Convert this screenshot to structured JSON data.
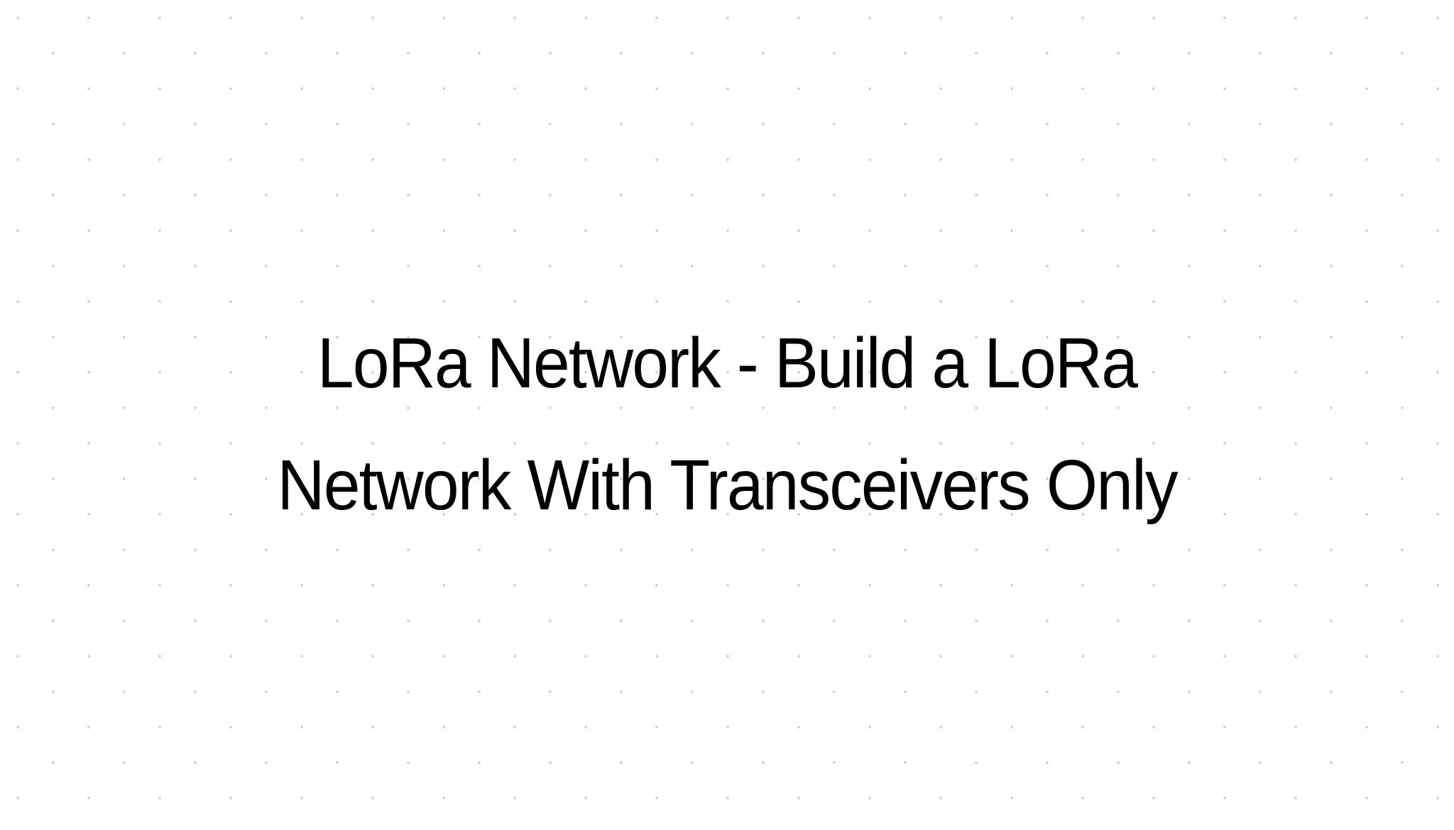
{
  "page": {
    "background": {
      "color": "#ffffff",
      "pattern": "staggered-dot-grid",
      "dot_color": "#cfcfcf"
    },
    "title": {
      "lines": [
        "LoRa Network - Build a LoRa",
        "Network With Transceivers Only"
      ],
      "color": "#000000"
    }
  }
}
